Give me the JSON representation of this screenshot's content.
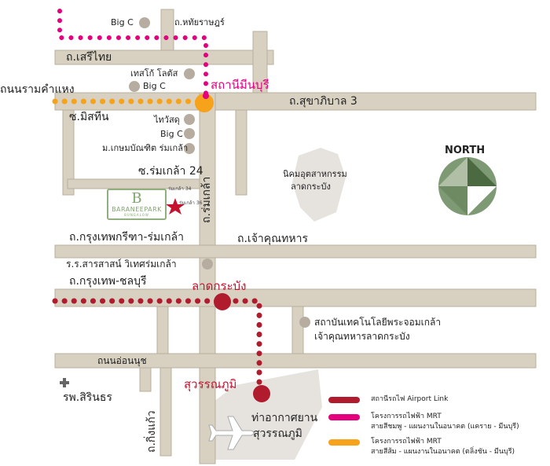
{
  "map": {
    "roads": {
      "seri_thai": "ถ.เสรีไทย",
      "ramkhamhaeng": "ถนนรามคำแหง",
      "sukhaphiban_3": "ถ.สุขาภิบาล 3",
      "mistin": "ซ.มิสทีน",
      "romklao_24": "ซ.ร่มเกล้า 24",
      "romklao": "ถ.ร่มเกล้า",
      "krungthep_kreetha": "ถ.กรุงเทพกรีฑา-ร่มเกล้า",
      "chao_khun_thahan": "ถ.เจ้าคุณทหาร",
      "krungthep_chonburi": "ถ.กรุงเทพ-ชลบุรี",
      "on_nut": "ถนนอ่อนนุช",
      "king_kaeo": "ถ.กิ่งแก้ว",
      "romklao_34": "ร่มเกล้า 34",
      "romklao_36": "ร่มเกล้า 36"
    },
    "places": {
      "big_c_top": "Big C",
      "hathairat": "ถ.หทัยราษฎร์",
      "tesco": "เทสโก้ โลตัส",
      "big_c_mid": "Big C",
      "thaiwatsadu": "ไทวัสดุ",
      "big_c_low": "Big C",
      "kasem_bundit": "ม.เกษมบัณฑิต ร่มเกล้า",
      "industrial_estate_1": "นิคมอุตสาหกรรม",
      "industrial_estate_2": "ลาดกระบัง",
      "school": "ร.ร.สารสาสน์ วิเทศร่มเกล้า",
      "kmitl_1": "สถาบันเทคโนโลยีพระจอมเกล้า",
      "kmitl_2": "เจ้าคุณทหารลาดกระบัง",
      "hospital": "รพ.สิรินธร",
      "airport_1": "ท่าอากาศยาน",
      "airport_2": "สุวรรณภูมิ"
    },
    "stations": {
      "min_buri": "สถานีมีนบุรี",
      "lat_krabang": "ลาดกระบัง",
      "suvarnabhumi": "สุวรรณภูมิ"
    },
    "project": {
      "logo_mark": "B",
      "name": "BARANEEPARK",
      "sub": "BUNGALOW"
    },
    "compass_label": "NORTH",
    "legend": [
      {
        "color": "#b01c2e",
        "line1": "สถานีรถไฟ  Airport Link",
        "line2": ""
      },
      {
        "color": "#e5007e",
        "line1": "โครงการรถไฟฟ้า MRT",
        "line2": "สายสีชมพู - แผนงานในอนาคต (แคราย - มีนบุรี)"
      },
      {
        "color": "#f7a21b",
        "line1": "โครงการรถไฟฟ้า MRT",
        "line2": "สายสีส้ม - แผนงานในอนาคต (ตลิ่งชัน - มีนบุรี)"
      }
    ],
    "colors": {
      "background": "#ffffff",
      "road": "#d8d1c2",
      "road_edge": "#b9b09c",
      "pink_line": "#e5007e",
      "orange_line": "#f7a21b",
      "red_line": "#b01c2e",
      "landmark_dot": "#b6ada0",
      "zone": "#e6e3df"
    }
  }
}
